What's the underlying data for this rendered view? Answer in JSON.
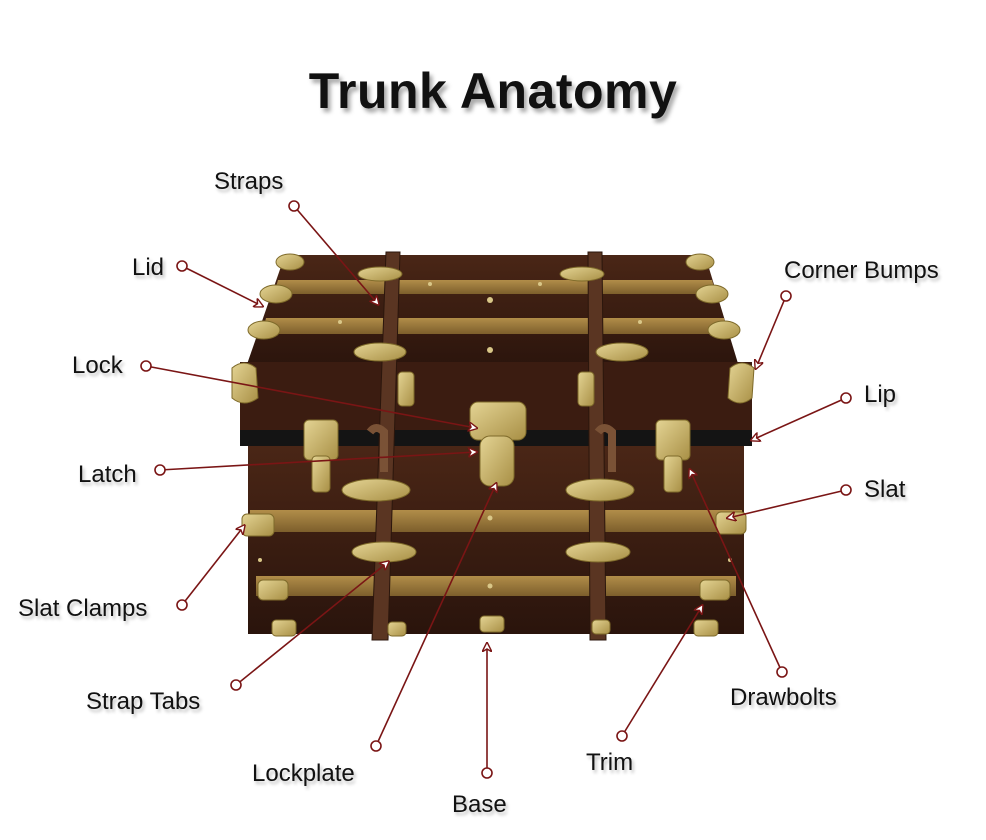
{
  "title": "Trunk Anatomy",
  "labels": {
    "straps": "Straps",
    "lid": "Lid",
    "lock": "Lock",
    "latch": "Latch",
    "slat_clamps": "Slat Clamps",
    "strap_tabs": "Strap Tabs",
    "lockplate": "Lockplate",
    "base": "Base",
    "trim": "Trim",
    "drawbolts": "Drawbolts",
    "slat": "Slat",
    "lip": "Lip",
    "corner_bumps": "Corner Bumps"
  },
  "colors": {
    "arrow": "#7a1515",
    "wood_dark": "#3a1e12",
    "wood_light": "#9c7a3c",
    "brass": "#c9b36a",
    "leather": "#5a3522"
  }
}
